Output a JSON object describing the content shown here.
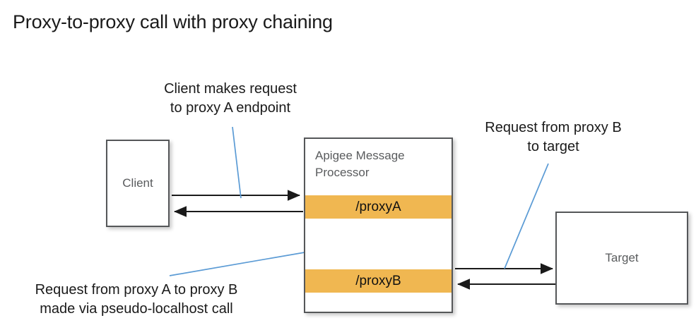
{
  "title": "Proxy-to-proxy call with proxy chaining",
  "colors": {
    "proxy_bar": "#F0B751",
    "box_border": "#555759",
    "box_label": "#595B5D",
    "leader_line": "#5B9BD5",
    "arrow": "#1A1A1A",
    "text": "#1A1A1A",
    "background": "#FFFFFF"
  },
  "nodes": {
    "client": {
      "label": "Client"
    },
    "target": {
      "label": "Target"
    },
    "apigee": {
      "title": "Apigee Message\nProcessor",
      "proxy_a": "/proxyA",
      "proxy_b": "/proxyB"
    }
  },
  "annotations": {
    "client_request": "Client makes request\nto proxy A endpoint",
    "target_request": "Request from proxy B\nto target",
    "chaining_request": "Request from proxy A to proxy B\nmade via pseudo-localhost call"
  },
  "connectors": [
    {
      "name": "client-to-proxya",
      "direction": "right",
      "from": "client",
      "to": "proxyA"
    },
    {
      "name": "proxya-to-client",
      "direction": "left",
      "from": "proxyA",
      "to": "client"
    },
    {
      "name": "proxya-to-proxyb",
      "direction": "down",
      "from": "proxyA",
      "to": "proxyB"
    },
    {
      "name": "proxyb-to-proxya",
      "direction": "up",
      "from": "proxyB",
      "to": "proxyA"
    },
    {
      "name": "proxyb-to-target",
      "direction": "right",
      "from": "proxyB",
      "to": "target"
    },
    {
      "name": "target-to-proxyb",
      "direction": "left",
      "from": "target",
      "to": "proxyB"
    }
  ]
}
